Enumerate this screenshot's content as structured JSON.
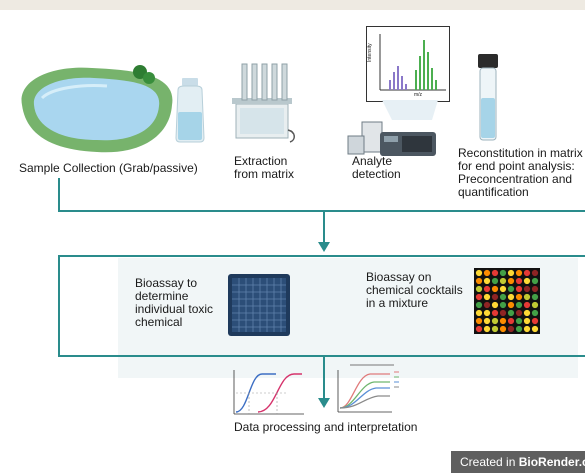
{
  "steps": {
    "sample_collection": "Sample Collection (Grab/passive)",
    "extraction_line1": "Extraction",
    "extraction_line2": "from matrix",
    "detection_line1": "Analyte",
    "detection_line2": "detection",
    "reconstitution_line1": "Reconstitution in matrix",
    "reconstitution_line2": "for end point analysis:",
    "reconstitution_line3": "Preconcentration and",
    "reconstitution_line4": "quantification"
  },
  "spectrum": {
    "y_label": "Intensity",
    "x_label": "m/z"
  },
  "bioassays": {
    "individual_line1": "Bioassay to",
    "individual_line2": "determine",
    "individual_line3": "individual toxic",
    "individual_line4": "chemical",
    "mixture_line1": "Bioassay on",
    "mixture_line2": "chemical cocktails",
    "mixture_line3": "in a mixture"
  },
  "final_step": "Data processing and interpretation",
  "watermark": {
    "prefix": "Created in ",
    "brand": "BioRender.c"
  },
  "colors": {
    "flow_line": "#2a8c8c",
    "pond_water": "#a9d6ef",
    "pond_bank": "#77b36c",
    "plate_dark": "#1f3a5c"
  },
  "icons": [
    "pond-icon",
    "bottle-icon",
    "extraction-rack-icon",
    "mass-spectrometer-icon",
    "vial-icon",
    "well-plate-icon",
    "microarray-plate-icon",
    "dose-response-chart-icon",
    "mixture-response-chart-icon"
  ]
}
